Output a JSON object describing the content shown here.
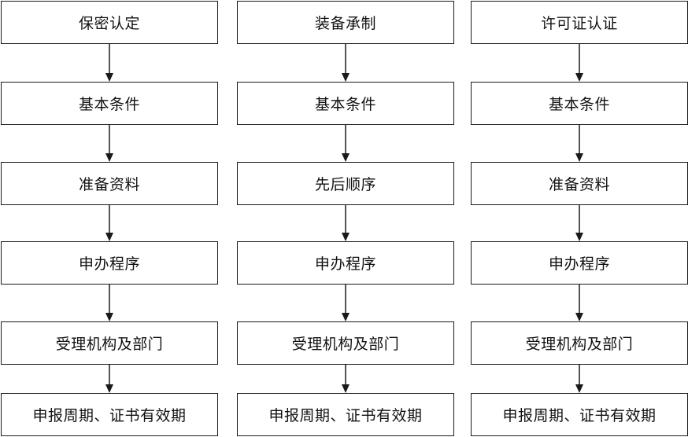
{
  "columns": [
    {
      "steps": [
        "保密认定",
        "基本条件",
        "准备资料",
        "申办程序",
        "受理机构及部门",
        "申报周期、证书有效期"
      ]
    },
    {
      "steps": [
        "装备承制",
        "基本条件",
        "先后顺序",
        "申办程序",
        "受理机构及部门",
        "申报周期、证书有效期"
      ]
    },
    {
      "steps": [
        "许可证认证",
        "基本条件",
        "准备资料",
        "申办程序",
        "受理机构及部门",
        "申报周期、证书有效期"
      ]
    }
  ],
  "colors": {
    "line": "#1a1a1a",
    "text": "#111111",
    "background": "#ffffff"
  }
}
